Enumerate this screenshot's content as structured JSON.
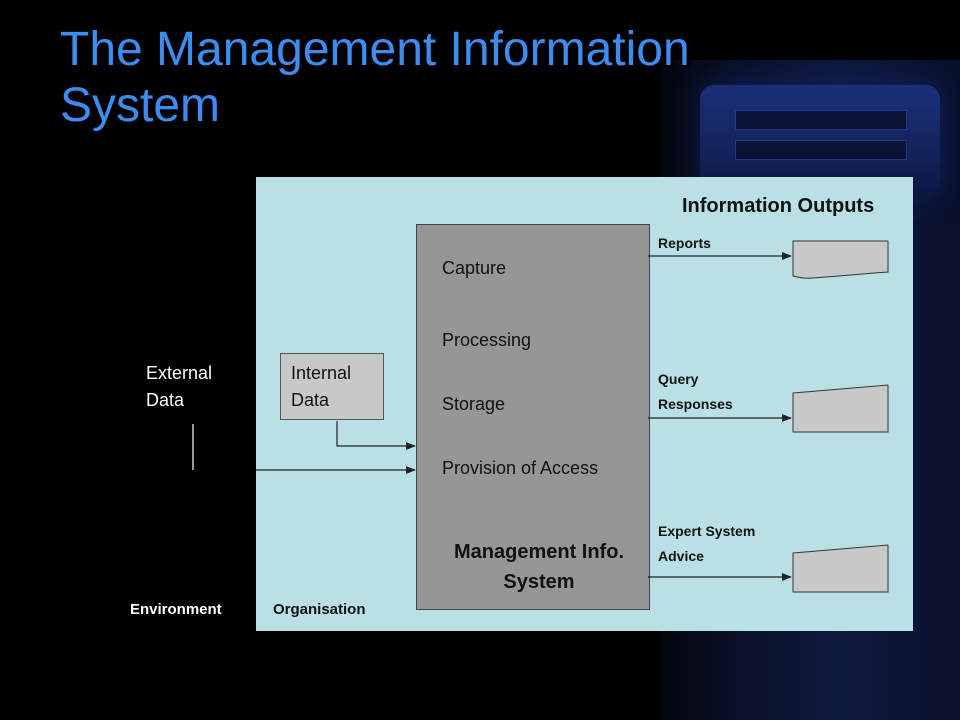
{
  "title": "The Management Information System",
  "panel": {
    "info_outputs": "Information Outputs",
    "organisation": "Organisation"
  },
  "environment": "Environment",
  "external_data": [
    "External",
    "Data"
  ],
  "internal_data": [
    "Internal",
    "Data"
  ],
  "mis": {
    "functions": [
      "Capture",
      "Processing",
      "Storage",
      "Provision of Access"
    ],
    "label": [
      "Management Info.",
      "System"
    ]
  },
  "outputs": [
    {
      "label": [
        "Reports"
      ]
    },
    {
      "label": [
        "Query",
        "Responses"
      ]
    },
    {
      "label": [
        "Expert System",
        "Advice"
      ]
    }
  ],
  "colors": {
    "title": "#3d8cf0",
    "panel": "#b9e0e4",
    "mis_box": "#969696",
    "internal_box": "#c8c8c8",
    "document": "#c8c8c8"
  }
}
